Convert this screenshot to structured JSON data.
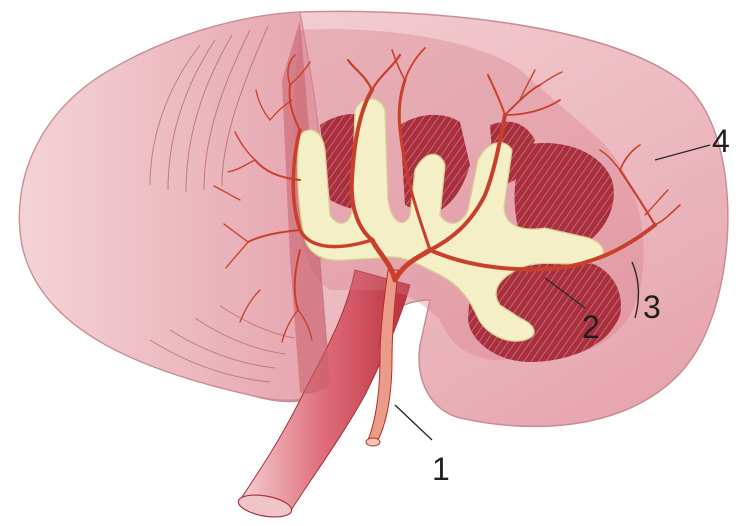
{
  "colors": {
    "background": "#ffffff",
    "capsule_fill": "#f2cfd2",
    "capsule_shade": "#e8a8b0",
    "cortex": "#d77b86",
    "medulla_pyramid": "#a8303e",
    "pelvis_calyx": "#f4efc6",
    "artery": "#e0593f",
    "artery_dark": "#b8301f",
    "vessel_red": "#c23a43",
    "ureter": "#eb9b8a",
    "label_text": "#1f1f1f"
  },
  "labels": [
    {
      "id": "ureter",
      "text": "1"
    },
    {
      "id": "calyx",
      "text": "2"
    },
    {
      "id": "pyramid",
      "text": "3"
    },
    {
      "id": "capsule",
      "text": "4"
    }
  ]
}
